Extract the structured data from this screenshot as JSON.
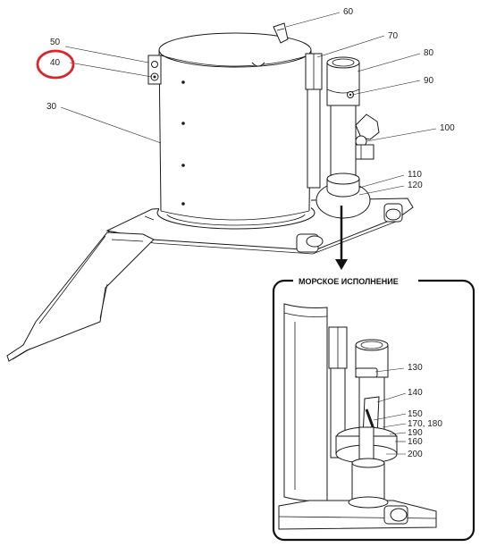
{
  "callouts": {
    "c60": "60",
    "c70": "70",
    "c80": "80",
    "c90": "90",
    "c100": "100",
    "c110": "110",
    "c120": "120",
    "c50": "50",
    "c40": "40",
    "c30": "30",
    "c130": "130",
    "c140": "140",
    "c150": "150",
    "c170_180": "170, 180",
    "c190": "190",
    "c160": "160",
    "c200": "200"
  },
  "inset": {
    "title": "МОРСКОЕ ИСПОЛНЕНИЕ"
  },
  "highlight": {
    "target": "40",
    "color": "#d9262c"
  }
}
